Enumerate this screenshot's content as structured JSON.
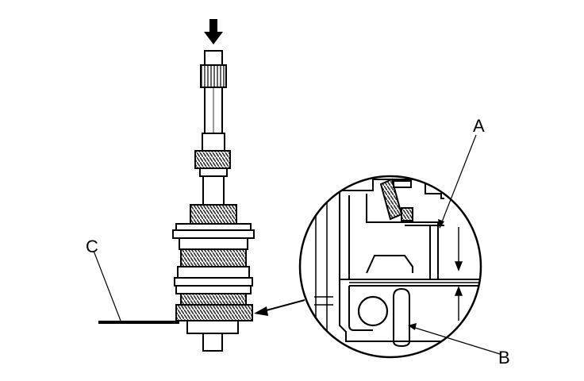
{
  "callouts": {
    "a": "A",
    "b": "B",
    "c": "C"
  },
  "colors": {
    "ink": "#000000",
    "paper": "#ffffff",
    "hatch": "#555555"
  },
  "icons": {
    "press_arrow": "down-arrow-icon",
    "leader_arrow": "arrow-icon"
  }
}
